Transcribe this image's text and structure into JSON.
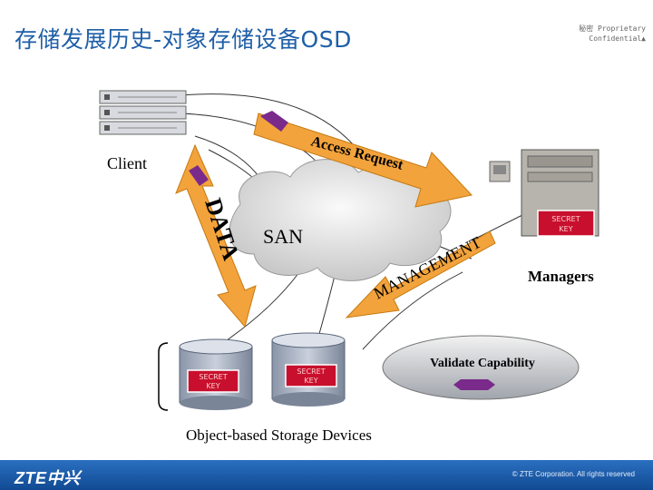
{
  "header": {
    "title": "存储发展历史-对象存储设备OSD",
    "confidential_line1": "秘密 Proprietary",
    "confidential_line2": "Confidential▲"
  },
  "diagram": {
    "client_label": "Client",
    "san_label": "SAN",
    "access_request_label": "Access Request",
    "data_label": "DATA",
    "management_label": "MANAGEMENT",
    "managers_label": "Managers",
    "validate_label": "Validate Capability",
    "osd_label": "Object-based Storage Devices",
    "secret_key_line1": "SECRET",
    "secret_key_line2": "KEY"
  },
  "footer": {
    "logo": "ZTE中兴",
    "copyright": "© ZTE Corporation. All rights reserved"
  },
  "colors": {
    "title": "#1f5fa8",
    "arrow": "#f2a33c",
    "secret_key": "#c8102e",
    "purple_marker": "#7a2a8a",
    "footer": "#1a5aa8"
  }
}
